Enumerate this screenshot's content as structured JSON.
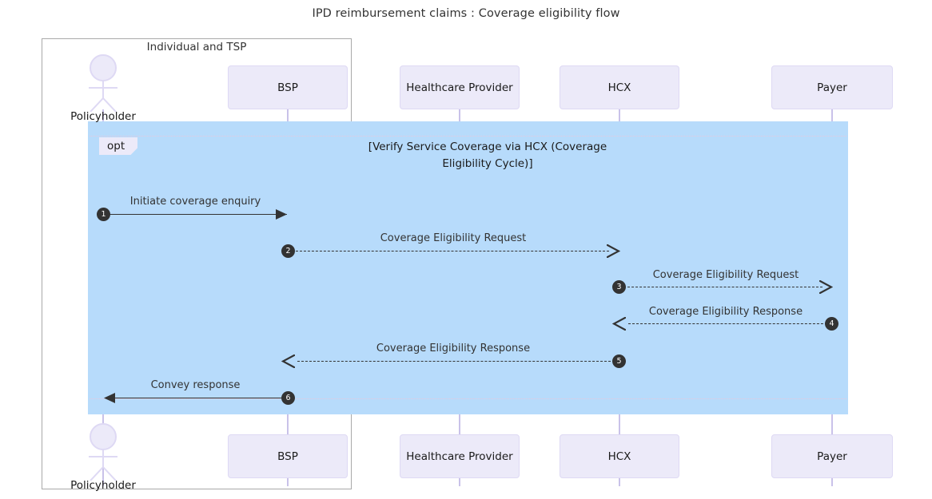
{
  "title": "IPD reimbursement claims : Coverage eligibility flow",
  "group": {
    "label": "Individual and TSP"
  },
  "actor": {
    "name": "Policyholder",
    "icon": "actor-stick-figure-icon"
  },
  "participants": [
    {
      "name": "BSP"
    },
    {
      "name": "Healthcare Provider"
    },
    {
      "name": "HCX"
    },
    {
      "name": "Payer"
    }
  ],
  "fragment": {
    "type": "opt",
    "condition_line1": "[Verify Service Coverage via HCX (Coverage",
    "condition_line2": "Eligibility Cycle)]"
  },
  "messages": [
    {
      "seq": "1",
      "label": "Initiate coverage enquiry",
      "from": "Policyholder",
      "to": "BSP",
      "style": "solid",
      "direction": "right"
    },
    {
      "seq": "2",
      "label": "Coverage Eligibility Request",
      "from": "BSP",
      "to": "HCX",
      "style": "dashed",
      "direction": "right"
    },
    {
      "seq": "3",
      "label": "Coverage Eligibility Request",
      "from": "HCX",
      "to": "Payer",
      "style": "dashed",
      "direction": "right"
    },
    {
      "seq": "4",
      "label": "Coverage Eligibility Response",
      "from": "Payer",
      "to": "HCX",
      "style": "dashed",
      "direction": "left"
    },
    {
      "seq": "5",
      "label": "Coverage Eligibility Response",
      "from": "HCX",
      "to": "BSP",
      "style": "dashed",
      "direction": "left"
    },
    {
      "seq": "6",
      "label": "Convey response",
      "from": "BSP",
      "to": "Policyholder",
      "style": "solid",
      "direction": "left"
    }
  ],
  "colors": {
    "participant_fill": "#eceaf9",
    "participant_border": "#ded9f4",
    "lifeline": "#c9c2e9",
    "fragment_fill": "#b7dbfb",
    "group_border": "#a9a9a9",
    "message_line": "#333333",
    "badge_fill": "#333333",
    "text": "#333333"
  }
}
